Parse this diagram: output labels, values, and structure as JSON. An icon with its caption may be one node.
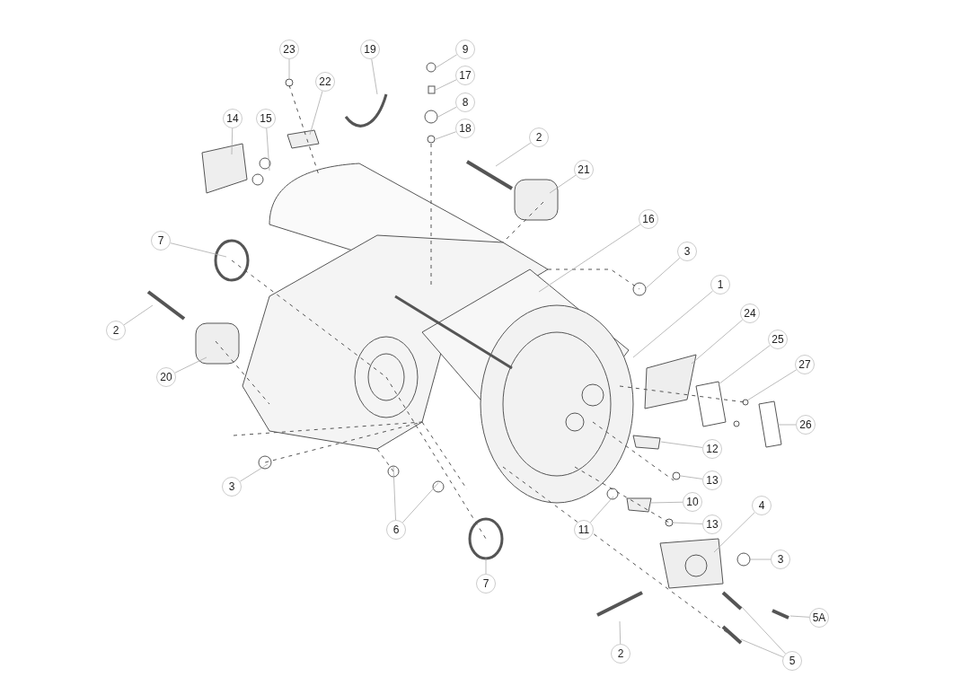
{
  "diagram": {
    "nodes": [
      {
        "text": [
          "23"
        ]
      },
      {
        "text": [
          "19"
        ]
      },
      {
        "text": [
          "9"
        ]
      },
      {
        "text": [
          "17"
        ]
      },
      {
        "text": [
          "22"
        ]
      },
      {
        "text": [
          "8"
        ]
      },
      {
        "text": [
          "14"
        ]
      },
      {
        "text": [
          "15"
        ]
      },
      {
        "text": [
          "18"
        ]
      },
      {
        "text": [
          "2"
        ]
      },
      {
        "text": [
          "21"
        ]
      },
      {
        "text": [
          "16"
        ]
      },
      {
        "text": [
          "7"
        ]
      },
      {
        "text": [
          "3"
        ]
      },
      {
        "text": [
          "1"
        ]
      },
      {
        "text": [
          "24"
        ]
      },
      {
        "text": [
          "2"
        ]
      },
      {
        "text": [
          "25"
        ]
      },
      {
        "text": [
          "27"
        ]
      },
      {
        "text": [
          "20"
        ]
      },
      {
        "text": [
          "26"
        ]
      },
      {
        "text": [
          "12"
        ]
      },
      {
        "text": [
          "13"
        ]
      },
      {
        "text": [
          "3"
        ]
      },
      {
        "text": [
          "10"
        ]
      },
      {
        "text": [
          "4"
        ]
      },
      {
        "text": [
          "13"
        ]
      },
      {
        "text": [
          "6"
        ]
      },
      {
        "text": [
          "11"
        ]
      },
      {
        "text": [
          "3"
        ]
      },
      {
        "text": [
          "7"
        ]
      },
      {
        "text": [
          "5A"
        ]
      },
      {
        "text": [
          "2"
        ]
      },
      {
        "text": [
          "5"
        ]
      }
    ],
    "edges": [
      {
        "from": 0,
        "to": null,
        "arrow": "none"
      },
      {
        "from": 1,
        "to": null,
        "arrow": "none"
      },
      {
        "from": 2,
        "to": null,
        "arrow": "none"
      },
      {
        "from": 3,
        "to": null,
        "arrow": "none"
      },
      {
        "from": 4,
        "to": null,
        "arrow": "none"
      },
      {
        "from": 5,
        "to": null,
        "arrow": "none"
      },
      {
        "from": 6,
        "to": null,
        "arrow": "none"
      },
      {
        "from": 7,
        "to": null,
        "arrow": "none"
      },
      {
        "from": 8,
        "to": null,
        "arrow": "none"
      },
      {
        "from": 9,
        "to": null,
        "arrow": "none"
      },
      {
        "from": 10,
        "to": null,
        "arrow": "none"
      },
      {
        "from": 11,
        "to": null,
        "arrow": "none"
      },
      {
        "from": 12,
        "to": null,
        "arrow": "none"
      },
      {
        "from": 13,
        "to": null,
        "arrow": "none"
      },
      {
        "from": 14,
        "to": null,
        "arrow": "none"
      },
      {
        "from": 15,
        "to": null,
        "arrow": "none"
      },
      {
        "from": 16,
        "to": null,
        "arrow": "none"
      },
      {
        "from": 17,
        "to": null,
        "arrow": "none"
      },
      {
        "from": 18,
        "to": null,
        "arrow": "none"
      },
      {
        "from": 19,
        "to": null,
        "arrow": "none"
      },
      {
        "from": 20,
        "to": null,
        "arrow": "none"
      },
      {
        "from": 21,
        "to": null,
        "arrow": "none"
      },
      {
        "from": 22,
        "to": null,
        "arrow": "none"
      },
      {
        "from": 23,
        "to": null,
        "arrow": "none"
      },
      {
        "from": 24,
        "to": null,
        "arrow": "none"
      },
      {
        "from": 25,
        "to": null,
        "arrow": "none"
      },
      {
        "from": 26,
        "to": null,
        "arrow": "none"
      },
      {
        "from": 27,
        "to": null,
        "arrow": "none"
      },
      {
        "from": 27,
        "to": null,
        "arrow": "none"
      },
      {
        "from": 28,
        "to": null,
        "arrow": "none"
      },
      {
        "from": 29,
        "to": null,
        "arrow": "none"
      },
      {
        "from": 30,
        "to": null,
        "arrow": "none"
      },
      {
        "from": 31,
        "to": null,
        "arrow": "none"
      },
      {
        "from": 32,
        "to": null,
        "arrow": "none"
      },
      {
        "from": 33,
        "to": null,
        "arrow": "none"
      },
      {
        "from": 33,
        "to": null,
        "arrow": "none"
      }
    ]
  }
}
